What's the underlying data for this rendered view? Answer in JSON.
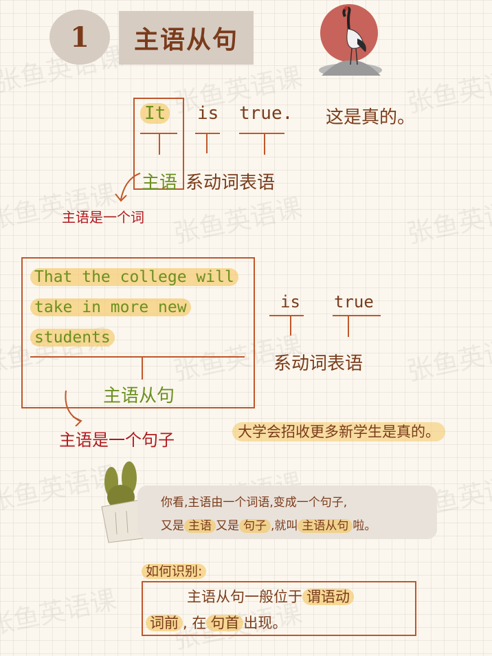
{
  "header": {
    "number": "1",
    "title": "主语从句"
  },
  "watermark": "张鱼英语课",
  "example1": {
    "word_it": "It",
    "word_is": "is",
    "word_true": "true.",
    "translation": "这是真的。",
    "label_subject": "主语",
    "label_rest": "系动词表语",
    "note": "主语是一个词"
  },
  "example2": {
    "clause_line1": "That the college will",
    "clause_line2": "take in more new",
    "clause_line3": "students",
    "word_is": "is",
    "word_true": "true",
    "label_clause": "主语从句",
    "label_rest": "系动词表语",
    "note": "主语是一个句子",
    "translation": "大学会招收更多新学生是真的。"
  },
  "bubble": {
    "line1": "你看,主语由一个词语,变成一个句子,",
    "line2_a": "又是",
    "line2_b": "主语",
    "line2_c": "又是",
    "line2_d": "句子",
    "line2_e": ",就叫",
    "line2_f": "主语从句",
    "line2_g": "啦。"
  },
  "identify": {
    "heading": "如何识别:",
    "line1_a": "主语从句一般位于",
    "line1_b": "谓语动",
    "line2_a": "词前",
    "line2_b": ", 在",
    "line2_c": "句首",
    "line2_d": "出现。"
  },
  "colors": {
    "accent_brown": "#7a3b1b",
    "accent_green": "#6b8f1f",
    "accent_red": "#b0181e",
    "highlight": "#f5c864",
    "box_border": "#c0562a"
  }
}
